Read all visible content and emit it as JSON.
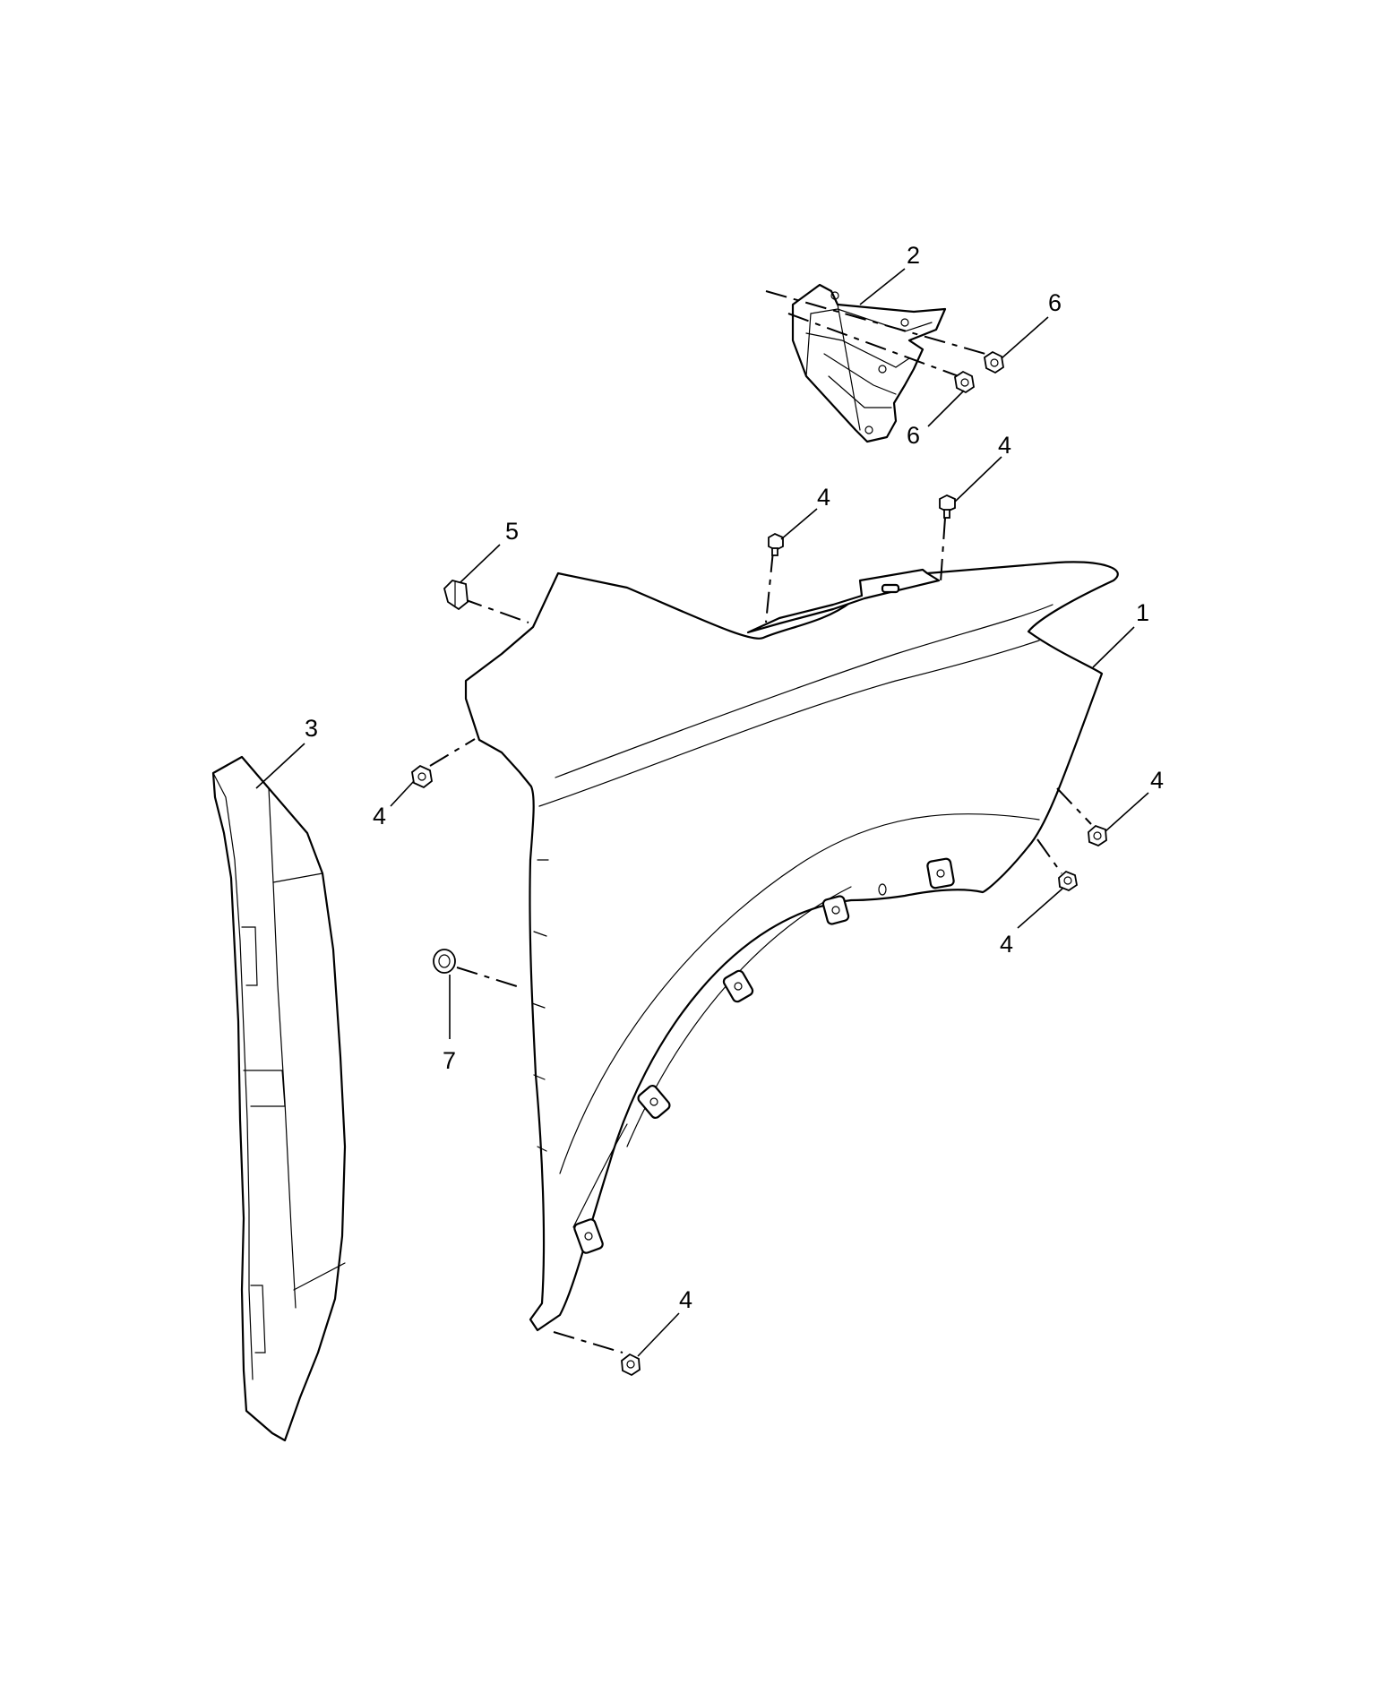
{
  "diagram": {
    "parts": [
      {
        "id": "fender",
        "callout": "1"
      },
      {
        "id": "bracket",
        "callout": "2"
      },
      {
        "id": "seal",
        "callout": "3"
      },
      {
        "id": "bolt",
        "callout": "4"
      },
      {
        "id": "clip",
        "callout": "5"
      },
      {
        "id": "nut",
        "callout": "6"
      },
      {
        "id": "grommet",
        "callout": "7"
      }
    ],
    "callouts": {
      "c1": "1",
      "c2": "2",
      "c3": "3",
      "c4a": "4",
      "c4b": "4",
      "c4c": "4",
      "c4d": "4",
      "c4e": "4",
      "c4f": "4",
      "c5": "5",
      "c6a": "6",
      "c6b": "6",
      "c7": "7"
    }
  }
}
